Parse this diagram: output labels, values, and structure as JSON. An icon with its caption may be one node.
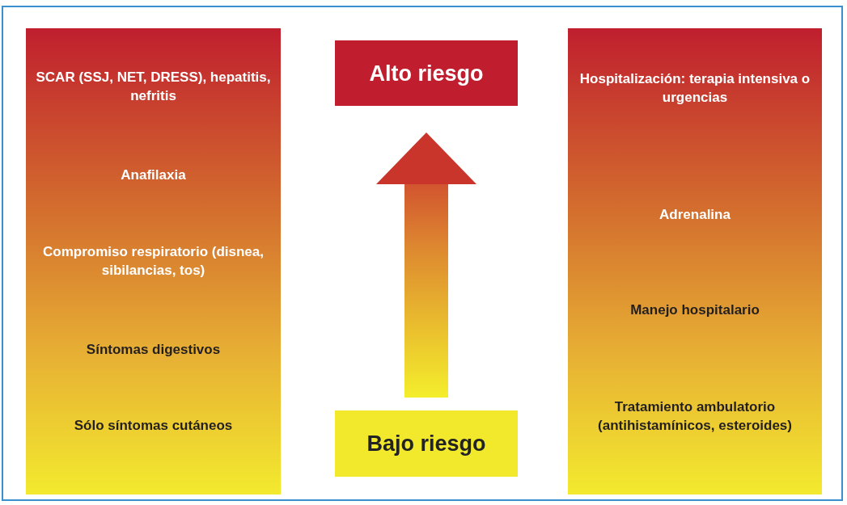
{
  "diagram": {
    "nodes": [
      {
        "text": [
          "SCAR (SSJ, NET, DRESS), hepatitis, nefritis",
          "Anafilaxia",
          "Compromiso respiratorio (disnea, sibilancias, tos)",
          "Síntomas digestivos",
          "Sólo síntomas cutáneos"
        ]
      },
      {
        "text": [
          "Alto riesgo"
        ]
      },
      {
        "text": [
          "Hospitalización: terapia intensiva o urgencias",
          "Adrenalina",
          "Manejo hospitalario",
          "Tratamiento ambulatorio (antihistamínicos, esteroides)"
        ]
      },
      {
        "text": [
          "Bajo riesgo"
        ]
      }
    ],
    "edges": [
      {
        "from": 3,
        "to": 1,
        "arrow": "to",
        "style": "thick"
      }
    ]
  }
}
